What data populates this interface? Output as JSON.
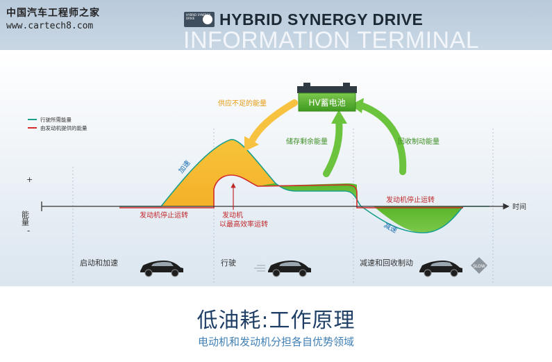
{
  "watermark": {
    "line1": "中国汽车工程师之家",
    "line2": "www.cartech8.com"
  },
  "header": {
    "logo_text": "HYBRID SYNERGY DRIVE",
    "brand": "HYBRID SYNERGY DRIVE",
    "terminal": "INFORMATION TERMINAL"
  },
  "legend": {
    "items": [
      {
        "label": "行驶所需能量",
        "color": "#1a9f8c"
      },
      {
        "label": "由发动机提供的能量",
        "color": "#d32a2a"
      }
    ]
  },
  "axis": {
    "plus": "+",
    "minus": "-",
    "energy": "能量",
    "time": "时间"
  },
  "battery": {
    "label": "HV蓄电池"
  },
  "arrows": {
    "shortage": "供应不足的能量",
    "surplus": "储存剩余能量",
    "regen": "回收制动能量"
  },
  "labels": {
    "accel": "加速",
    "decel": "减速",
    "engine_stop_left": "发动机停止运转",
    "engine_stop_right": "发动机停止运转",
    "engine_efficient_1": "发动机",
    "engine_efficient_2": "以最高效率运转"
  },
  "phases": [
    {
      "label": "启动和加速"
    },
    {
      "label": "行驶"
    },
    {
      "label": "减速和回收制动"
    }
  ],
  "slow_sign": "SLOW",
  "footer": {
    "title": "低油耗:工作原理",
    "subtitle": "电动机和发动机分担各自优势领域"
  },
  "colors": {
    "required": "#1a9f8c",
    "engine": "#d32a2a",
    "battery": "#5eb92d",
    "shortage_fill": "#f7c33a",
    "surplus_fill": "#62bd2f",
    "shortage_arrow": "#f6c23f",
    "surplus_arrow": "#6cc33e",
    "title": "#1f3f66",
    "subtitle": "#3f7fb4"
  }
}
